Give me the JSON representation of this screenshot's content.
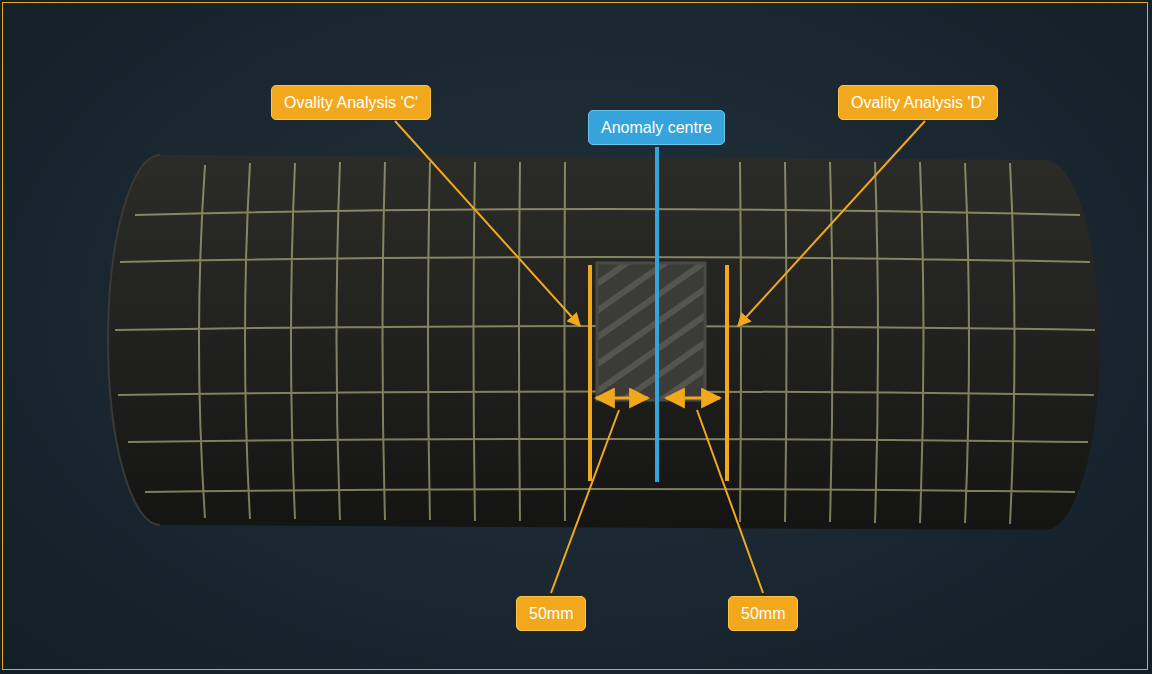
{
  "diagram": {
    "nodes": [
      {
        "text": [
          "Ovality Analysis 'C'"
        ]
      },
      {
        "text": [
          "Anomaly centre"
        ]
      },
      {
        "text": [
          "Ovality Analysis 'D'"
        ]
      },
      {
        "text": [
          "50mm"
        ]
      },
      {
        "text": [
          "50mm"
        ]
      }
    ]
  }
}
